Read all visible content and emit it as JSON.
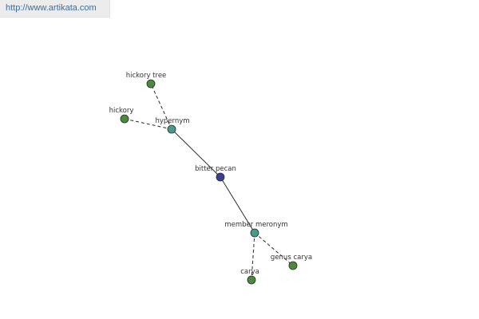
{
  "header": {
    "site_url": "http://www.artikata.com"
  },
  "graph": {
    "colors": {
      "center": "#3a3f8f",
      "relation": "#4a9a8a",
      "leaf": "#4a8a3a"
    },
    "nodes": {
      "center": "bitter pecan",
      "hypernym": "hypernym",
      "member_meronym": "member meronym",
      "hickory": "hickory",
      "hickory_tree": "hickory tree",
      "carya": "carya",
      "genus_carya": "genus carya"
    }
  }
}
